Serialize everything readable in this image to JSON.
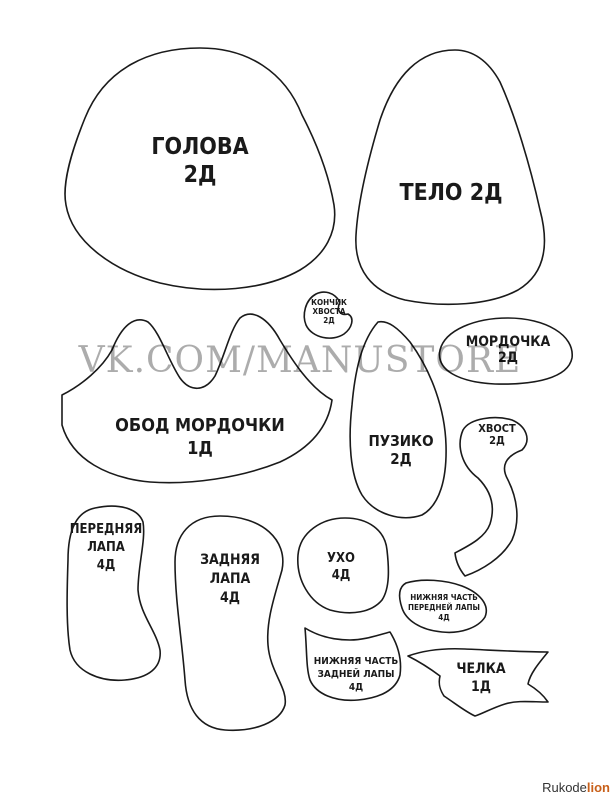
{
  "pieces": {
    "head": {
      "name": "ГОЛОВА",
      "count": "2Д"
    },
    "body": {
      "label": "ТЕЛО 2Д"
    },
    "tail_tip": {
      "line1": "КОНЧИК",
      "line2": "ХВОСТА",
      "count": "2Д"
    },
    "muzzle": {
      "name": "МОРДОЧКА",
      "count": "2Д"
    },
    "muzzle_rim": {
      "name": "ОБОД МОРДОЧКИ",
      "count": "1Д"
    },
    "belly": {
      "name": "ПУЗИКО",
      "count": "2Д"
    },
    "tail": {
      "name": "ХВОСТ",
      "count": "2Д"
    },
    "front_paw": {
      "line1": "ПЕРЕДНЯЯ",
      "line2": "ЛАПА",
      "count": "4Д"
    },
    "hind_paw": {
      "line1": "ЗАДНЯЯ",
      "line2": "ЛАПА",
      "count": "4Д"
    },
    "ear": {
      "name": "УХО",
      "count": "4Д"
    },
    "front_paw_bottom": {
      "line1": "НИЖНЯЯ ЧАСТЬ",
      "line2": "ПЕРЕДНЕЙ ЛАПЫ",
      "count": "4Д"
    },
    "hind_paw_bottom": {
      "line1": "НИЖНЯЯ ЧАСТЬ",
      "line2": "ЗАДНЕЙ ЛАПЫ",
      "count": "4Д"
    },
    "bangs": {
      "name": "ЧЕЛКА",
      "count": "1Д"
    }
  },
  "watermark": "VK.COM/MANUSTORE",
  "brand": {
    "prefix": "Rukode",
    "suffix": "lion"
  },
  "colors": {
    "outline": "#1a1a1a",
    "brand_accent": "#c8601a"
  }
}
